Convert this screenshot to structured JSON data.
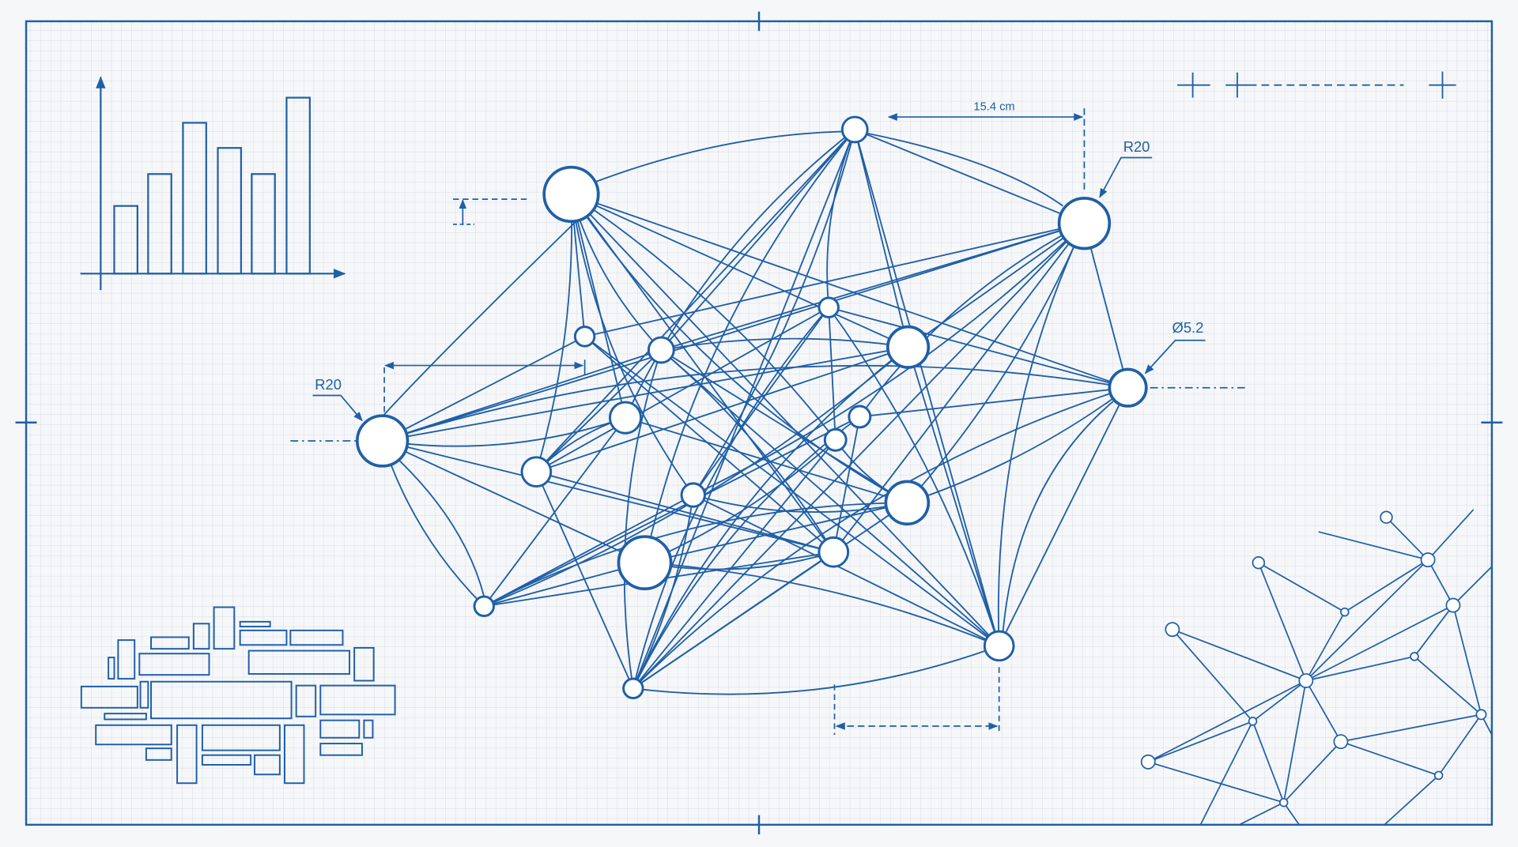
{
  "colors": {
    "ink": "#1f5fa6",
    "paper": "#f6f7f9",
    "grid": "#d5dce8"
  },
  "annotations": {
    "distance_top": "15.4 cm",
    "radius_right": "R20",
    "radius_left": "R20",
    "diameter": "Ø5.2"
  }
}
